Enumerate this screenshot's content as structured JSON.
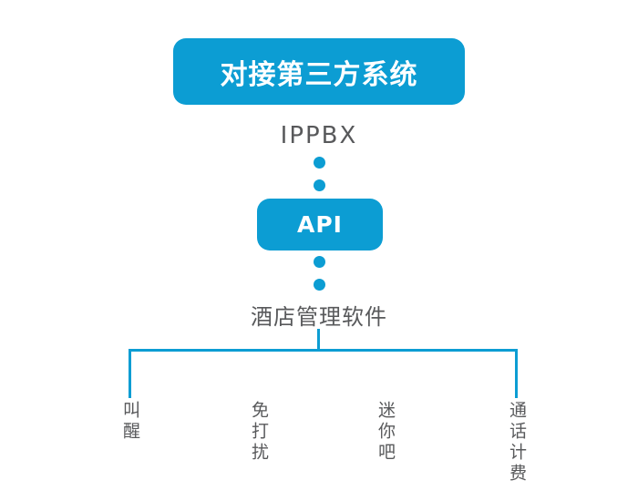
{
  "diagram": {
    "title_node": {
      "label": "对接第三方系统"
    },
    "ippbx_node": {
      "label": "IPPBX"
    },
    "api_node": {
      "label": "API"
    },
    "hotel_node": {
      "label": "酒店管理软件"
    },
    "branches": [
      {
        "label": "叫醒"
      },
      {
        "label": "免打扰"
      },
      {
        "label": "迷你吧"
      },
      {
        "label": "通话计费"
      }
    ],
    "colors": {
      "accent_blue": "#0c9dd3",
      "text_gray": "#58595b",
      "node_text": "#ffffff",
      "background": "#ffffff"
    }
  }
}
